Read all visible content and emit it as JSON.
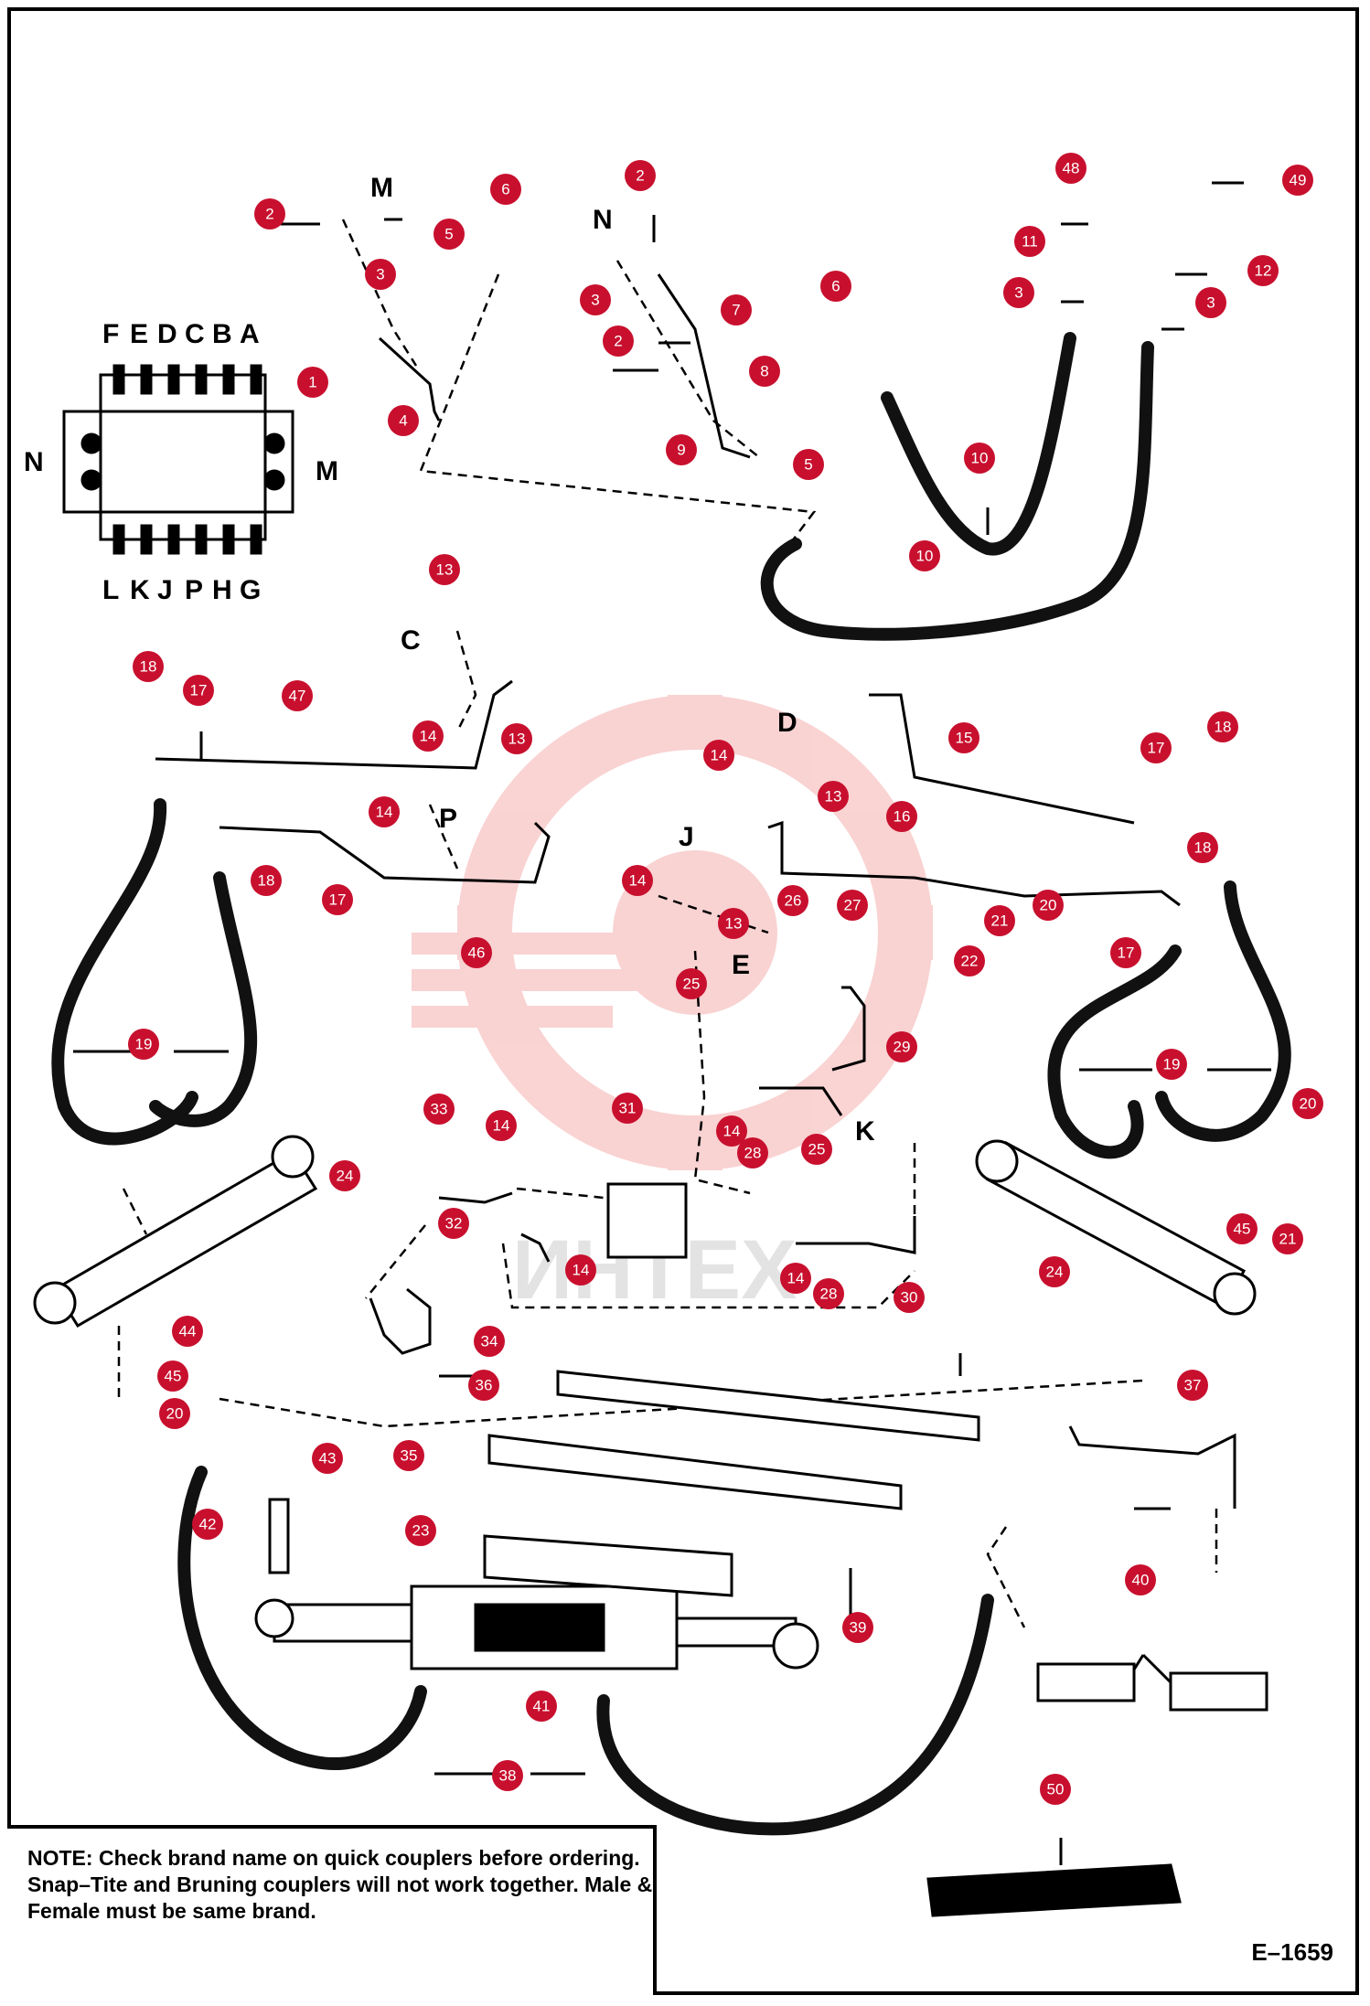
{
  "letters": [
    "F",
    "E",
    "D",
    "C",
    "B",
    "A",
    "N",
    "M",
    "L",
    "K",
    "J",
    "P",
    "H",
    "G",
    "M",
    "N",
    "C",
    "P",
    "D",
    "J",
    "E",
    "K"
  ],
  "callouts": [
    "1",
    "2",
    "2",
    "2",
    "3",
    "3",
    "3",
    "3",
    "4",
    "5",
    "5",
    "6",
    "6",
    "7",
    "8",
    "9",
    "10",
    "10",
    "11",
    "12",
    "13",
    "13",
    "13",
    "13",
    "14",
    "14",
    "14",
    "14",
    "14",
    "14",
    "14",
    "14",
    "15",
    "16",
    "17",
    "17",
    "17",
    "17",
    "18",
    "18",
    "18",
    "18",
    "19",
    "19",
    "20",
    "20",
    "20",
    "21",
    "21",
    "22",
    "23",
    "24",
    "24",
    "25",
    "25",
    "26",
    "27",
    "28",
    "28",
    "29",
    "30",
    "31",
    "32",
    "33",
    "34",
    "35",
    "36",
    "37",
    "38",
    "39",
    "40",
    "41",
    "42",
    "43",
    "44",
    "45",
    "45",
    "46",
    "47",
    "48",
    "49",
    "50"
  ],
  "note": {
    "lead": "NOTE:",
    "text": "Check brand name on quick couplers before ordering. Snap–Tite and Bruning couplers will not work together. Male & Female must be same brand."
  },
  "figure_number": "E–1659",
  "watermark": "ИНТЕХ",
  "colors": {
    "callout": "#c8102e",
    "line": "#000000",
    "watermark": "#e53935"
  }
}
